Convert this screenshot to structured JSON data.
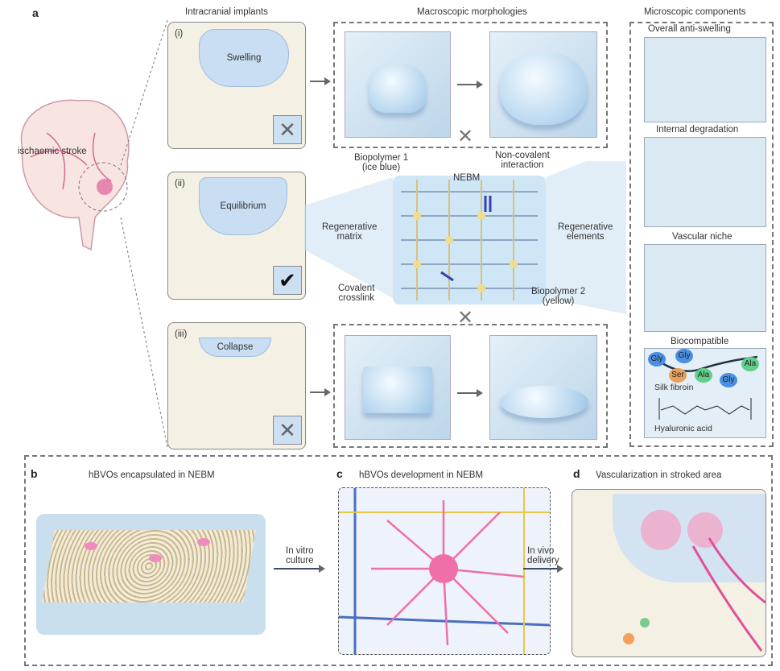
{
  "panel_a": {
    "letter": "a",
    "headers": {
      "implants": "Intracranial implants",
      "macro": "Macroscopic morphologies",
      "micro": "Microscopic components"
    },
    "brain_label": "ischaemic stroke",
    "implants": [
      {
        "roman": "(i)",
        "label": "Swelling",
        "status": "cross"
      },
      {
        "roman": "(ii)",
        "label": "Equilibrium",
        "status": "check"
      },
      {
        "roman": "(iii)",
        "label": "Collapse",
        "status": "cross"
      }
    ],
    "nebm": {
      "title": "NEBM",
      "biopolymer1": "Biopolymer 1\n(ice blue)",
      "noncovalent": "Non-covalent\ninteraction",
      "covalent": "Covalent\ncrosslink",
      "biopolymer2": "Biopolymer 2\n(yellow)",
      "matrix": "Regenerative\nmatrix",
      "elements": "Regenerative\nelements"
    },
    "micro": [
      "Overall anti-swelling",
      "Internal degradation",
      "Vascular niche",
      "Biocompatible"
    ],
    "biocompatible": {
      "residues": [
        "Gly",
        "Gly",
        "Ser",
        "Ala",
        "Gly",
        "Ala"
      ],
      "silk": "Silk fibroin",
      "ha": "Hyaluronic acid"
    },
    "colors": {
      "gly": "#4a90e2",
      "ser": "#e8a05a",
      "ala": "#5fcf8a"
    }
  },
  "panel_b": {
    "letter": "b",
    "title": "hBVOs encapsulated in NEBM",
    "arrow": "In vitro\nculture"
  },
  "panel_c": {
    "letter": "c",
    "title": "hBVOs development in NEBM",
    "arrow": "In vivo\ndelivery"
  },
  "panel_d": {
    "letter": "d",
    "title": "Vascularization in stroked area"
  }
}
